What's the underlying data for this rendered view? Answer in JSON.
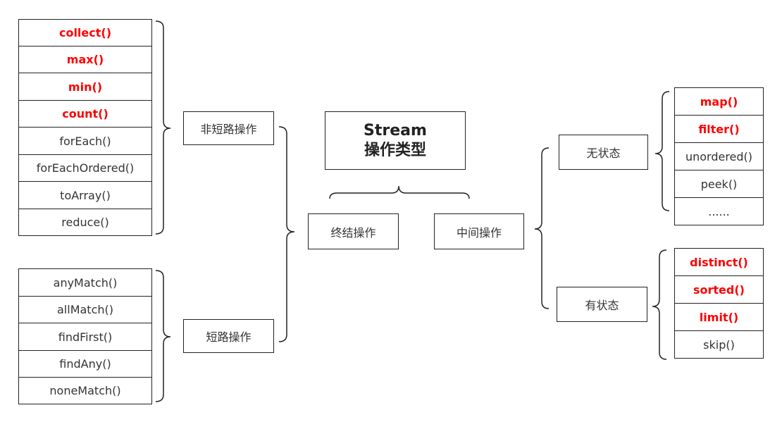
{
  "title": {
    "line1": "Stream",
    "line2": "操作类型"
  },
  "categories": {
    "terminal": "终结操作",
    "intermediate": "中间操作",
    "non_short_circuit": "非短路操作",
    "short_circuit": "短路操作",
    "stateless": "无状态",
    "stateful": "有状态"
  },
  "non_short_circuit_ops": [
    {
      "label": "collect()",
      "highlight": true
    },
    {
      "label": "max()",
      "highlight": true
    },
    {
      "label": "min()",
      "highlight": true
    },
    {
      "label": "count()",
      "highlight": true
    },
    {
      "label": "forEach()",
      "highlight": false
    },
    {
      "label": "forEachOrdered()",
      "highlight": false
    },
    {
      "label": "toArray()",
      "highlight": false
    },
    {
      "label": "reduce()",
      "highlight": false
    }
  ],
  "short_circuit_ops": [
    {
      "label": "anyMatch()",
      "highlight": false
    },
    {
      "label": "allMatch()",
      "highlight": false
    },
    {
      "label": "findFirst()",
      "highlight": false
    },
    {
      "label": "findAny()",
      "highlight": false
    },
    {
      "label": "noneMatch()",
      "highlight": false
    }
  ],
  "stateless_ops": [
    {
      "label": "map()",
      "highlight": true
    },
    {
      "label": "filter()",
      "highlight": true
    },
    {
      "label": "unordered()",
      "highlight": false
    },
    {
      "label": "peek()",
      "highlight": false
    },
    {
      "label": "......",
      "highlight": false
    }
  ],
  "stateful_ops": [
    {
      "label": "distinct()",
      "highlight": true
    },
    {
      "label": "sorted()",
      "highlight": true
    },
    {
      "label": "limit()",
      "highlight": true
    },
    {
      "label": "skip()",
      "highlight": false
    }
  ],
  "colors": {
    "highlight": "#ff0000",
    "text": "#333333",
    "border": "#222222"
  }
}
